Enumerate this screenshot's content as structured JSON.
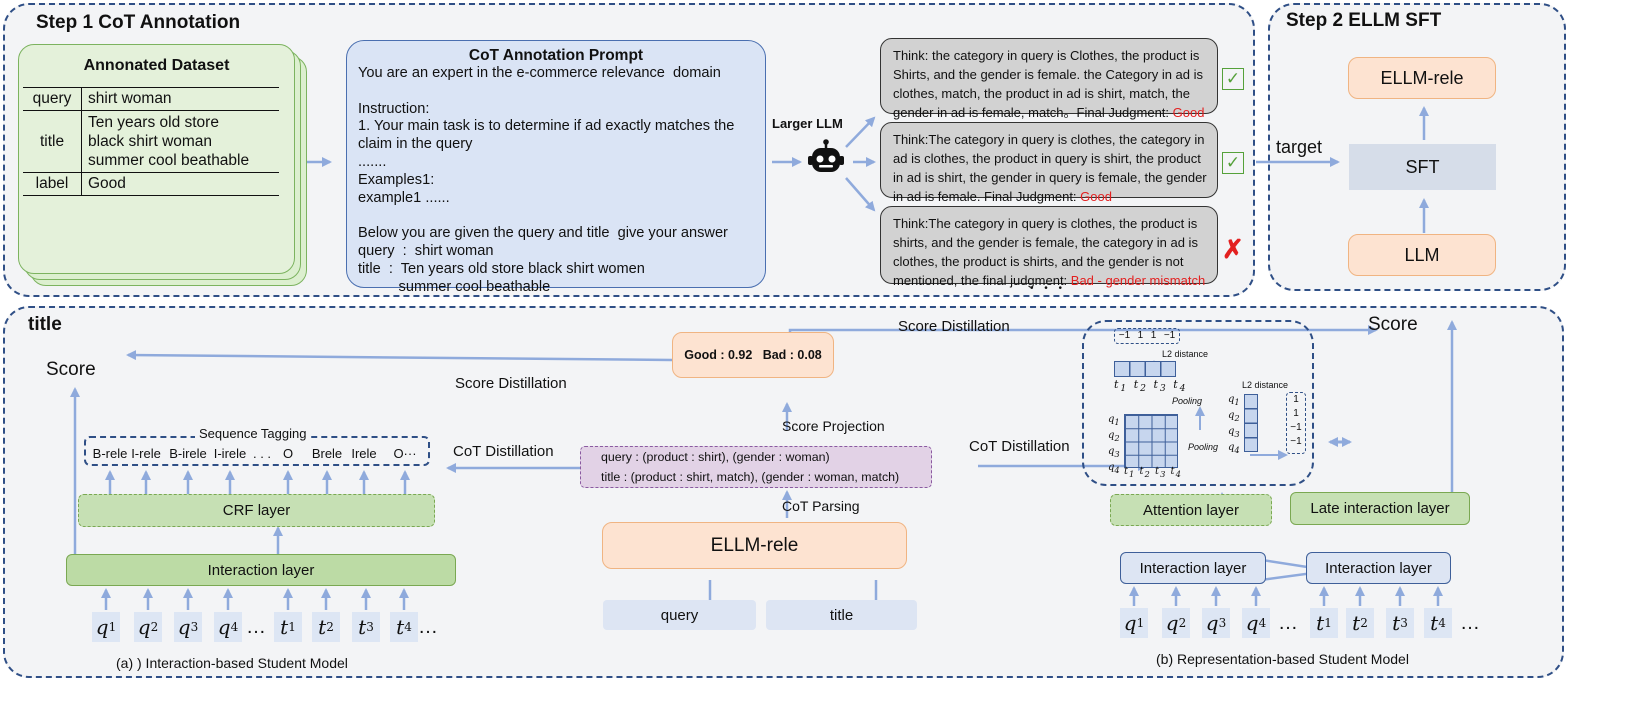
{
  "step1": {
    "title": "Step 1 CoT Annotation",
    "dataset": {
      "title": "Annonated Dataset",
      "rows": [
        {
          "key": "query",
          "value": "shirt woman"
        },
        {
          "key": "title",
          "value": "Ten years old store\nblack shirt woman\nsummer cool beathable"
        },
        {
          "key": "label",
          "value": "Good"
        }
      ]
    },
    "prompt": {
      "title": "CoT Annotation Prompt",
      "body": "You are an expert in the e-commerce relevance  domain\n\nInstruction:\n1. Your main task is to determine if ad exactly matches the\nclaim in the query\n.......\nExamples1:\nexample1 ......\n\nBelow you are given the query and title  give your answer\nquery  :  shirt woman\ntitle  :  Ten years old store black shirt women\n          summer cool beathable"
    },
    "larger_llm": "Larger LLM",
    "thinks": [
      {
        "text": "Think: the category in query is Clothes, the product is Shirts, and the gender is female. the Category in ad is clothes, match,  the product in ad is shirt, match, the gender in ad is female, match。Final Judgment: ",
        "verdict": "Good",
        "mark": "✓"
      },
      {
        "text": "Think:The category in query is clothes, the category in ad is clothes, the product in query is shirt, the product in ad is shirt, the gender in query is female, the gender in ad is female. Final Judgment: ",
        "verdict": "Good",
        "mark": "✓"
      },
      {
        "text": "Think:The category in query is clothes, the product is shirts, and the gender is female, the category in ad is clothes, the product is shirts, and the gender is not mentioned, the final judgment: ",
        "verdict": "Bad - gender mismatch",
        "mark": "✗"
      }
    ],
    "ellipsis": "• • •"
  },
  "step2": {
    "title": "Step 2 ELLM SFT",
    "target": "target",
    "ellm": "ELLM-rele",
    "sft": "SFT",
    "llm": "LLM"
  },
  "step3": {
    "title": "title",
    "score_left": "Score",
    "score_right": "Score",
    "score_distill_left": "Score Distillation",
    "score_distill_top": "Score Distillation",
    "scores": "Good : 0.92   Bad : 0.08",
    "score_projection": "Score Projection",
    "parsed_query": "query :  (product : shirt), (gender : woman)",
    "parsed_title": "title : (product : shirt, match), (gender : woman, match)",
    "cot_parsing": "CoT Parsing",
    "ellm": "ELLM-rele",
    "query": "query",
    "cot_distill_left": "CoT Distillation",
    "cot_distill_right": "CoT Distillation",
    "seq_tagging": "Sequence Tagging",
    "tags": [
      "B-rele",
      "I-rele",
      "B-irele",
      "I-irele",
      ". . .",
      "O",
      "Brele",
      "Irele",
      "O···"
    ],
    "crf": "CRF layer",
    "interaction": "Interaction layer",
    "caption_a": "(a) ) Interaction-based Student Model",
    "attention": "Attention layer",
    "late": "Late interaction layer",
    "interaction_r1": "Interaction layer",
    "interaction_r2": "Interaction layer",
    "caption_b": "(b) Representation-based Student Model",
    "l2_top": "L2 distance",
    "l2_right": "L2 distance",
    "pooling1": "Pooling",
    "pooling2": "Pooling",
    "vec_top": [
      "−1",
      "1",
      "1",
      "−1"
    ],
    "vec_right": [
      "1",
      "1",
      "−1",
      "−1"
    ],
    "ellipsis": "…"
  },
  "colors": {
    "panel_border": "#2f4f86",
    "arrow": "#8faadc",
    "red": "#e32020",
    "orange": "#fde3d1",
    "green": "#c6e0b4",
    "blue": "#dde5f3"
  }
}
